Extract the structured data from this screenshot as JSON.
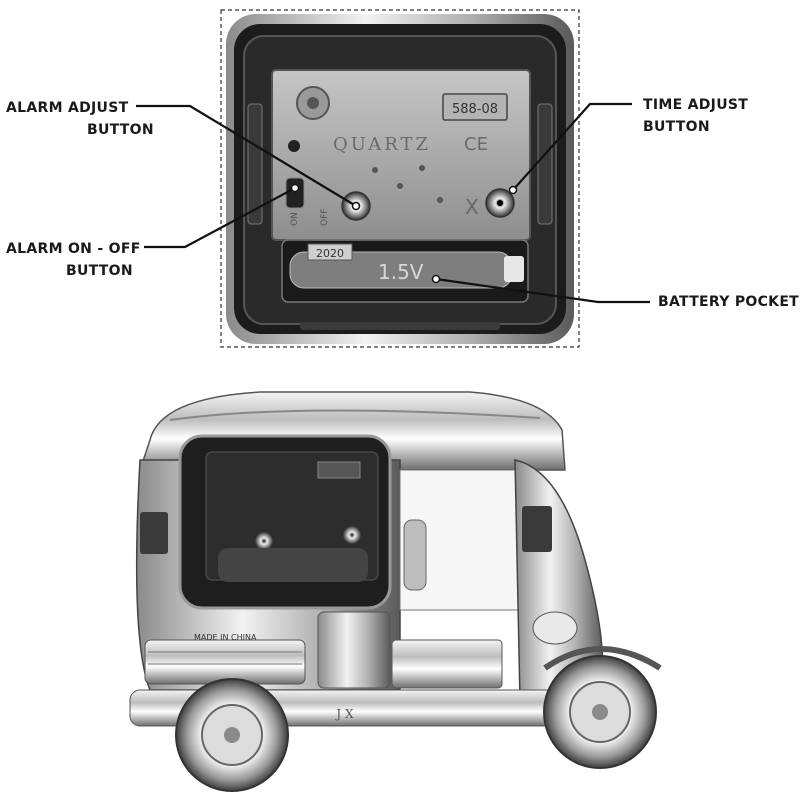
{
  "callouts": {
    "alarm_adjust": [
      "ALARM ADJUST",
      "BUTTON"
    ],
    "alarm_on_off": [
      "ALARM ON - OFF",
      "BUTTON"
    ],
    "time_adjust": [
      "TIME ADJUST",
      "BUTTON"
    ],
    "battery_pocket": "BATTERY POCKET"
  },
  "movement_markings": {
    "model_number": "588-08",
    "brand": "QUARTZ",
    "cert": "CE",
    "battery_year": "2020",
    "battery_voltage": "1.5V",
    "switch_on": "ON",
    "switch_off": "OFF"
  },
  "vehicle_markings": {
    "origin": "MADE IN CHINA",
    "plate": "J X"
  },
  "colors": {
    "chrome_light": "#e9e9e9",
    "chrome_mid": "#9a9a9a",
    "chrome_dark": "#3a3a3a",
    "movement_plate": "#a9a9a9",
    "background": "#ffffff"
  }
}
